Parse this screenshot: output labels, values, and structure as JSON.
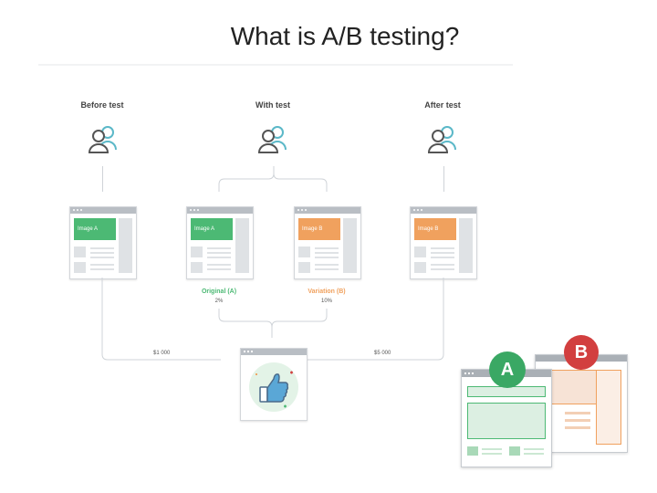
{
  "title": "What is A/B testing?",
  "stages": {
    "before": "Before test",
    "with": "With test",
    "after": "After test"
  },
  "panels": {
    "p1": "Image A",
    "p2": "Image A",
    "p3": "Image B",
    "p4": "Image B"
  },
  "variants": {
    "original_label": "Original (A)",
    "original_rate": "2%",
    "variation_label": "Variation (B)",
    "variation_rate": "10%"
  },
  "revenue": {
    "before": "$1 000",
    "after": "$5 000"
  },
  "badges": {
    "a": "A",
    "b": "B"
  },
  "colors": {
    "green": "#4cb974",
    "orange": "#f0a15e",
    "red": "#d23f3f",
    "line": "#cfd3d8"
  }
}
